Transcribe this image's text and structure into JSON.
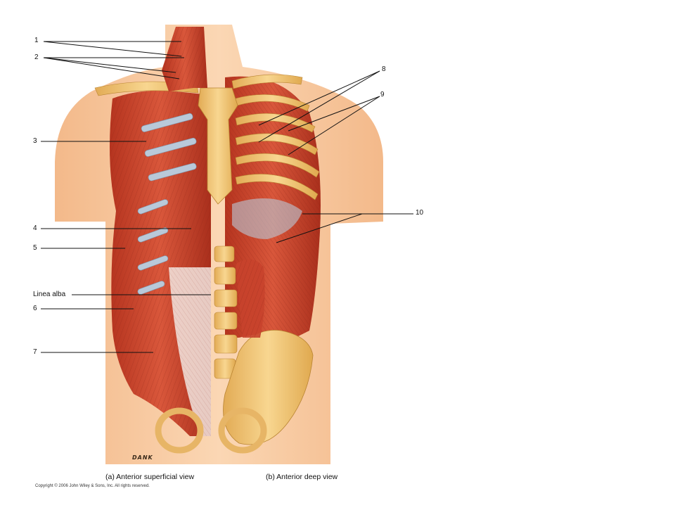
{
  "labels": {
    "l1": "1",
    "l2": "2",
    "l3": "3",
    "l4": "4",
    "l5": "5",
    "linea_alba": "Linea alba",
    "l6": "6",
    "l7": "7",
    "l8": "8",
    "l9": "9",
    "l10": "10"
  },
  "captions": {
    "superficial": "(a) Anterior superficial view",
    "deep": "(b) Anterior deep view"
  },
  "copyright": "Copyright © 2006 John Wiley & Sons, Inc.  All rights reserved.",
  "signature": "DANK",
  "colors": {
    "skin": "#f7c9a0",
    "muscle": "#c8422c",
    "muscle_dark": "#8e2416",
    "bone": "#f0c77a",
    "tendon": "#b9c9d9",
    "leader": "#111111"
  }
}
